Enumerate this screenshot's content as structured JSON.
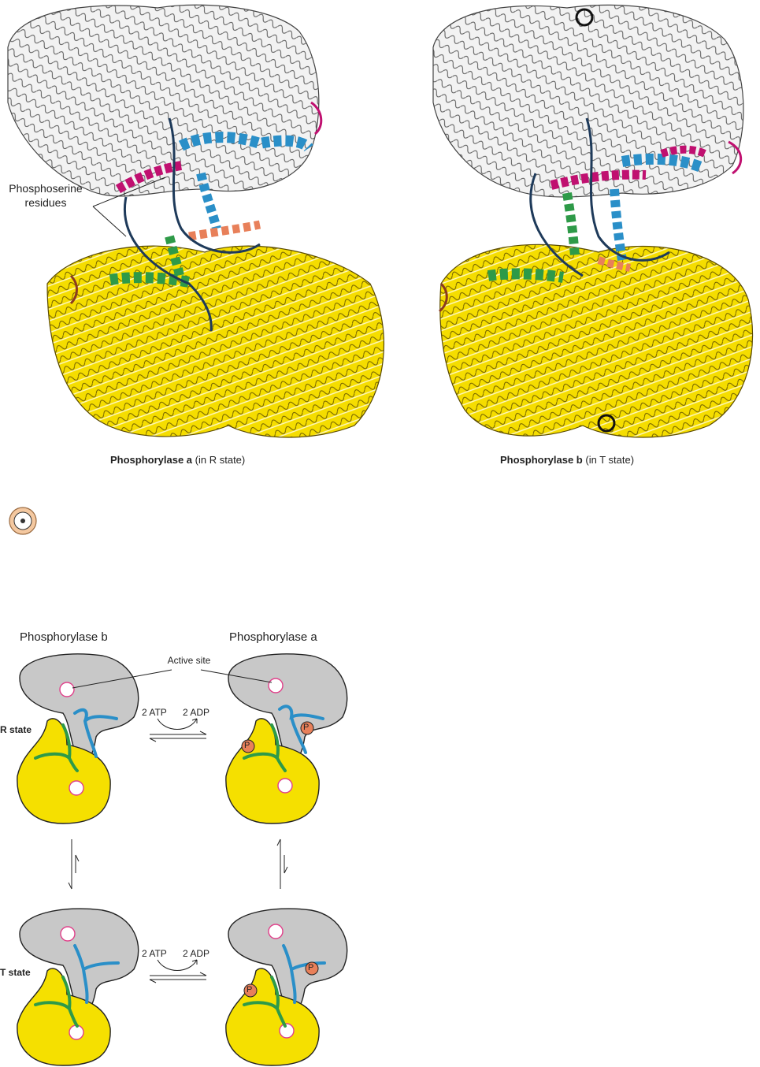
{
  "top": {
    "left_caption_bold": "Phosphorylase a",
    "left_caption_rest": "(in R state)",
    "right_caption_bold": "Phosphorylase b",
    "right_caption_rest": "(in T state)",
    "annotation": "Phosphoserine residues"
  },
  "scheme": {
    "header_left": "Phosphorylase b",
    "header_right": "Phosphorylase a",
    "active_site": "Active site",
    "r_state": "R state",
    "t_state": "T state",
    "atp_top": "2 ATP",
    "adp_top": "2 ADP",
    "atp_bottom": "2 ATP",
    "adp_bottom": "2 ADP",
    "phospho": "P"
  },
  "colors": {
    "yellow": "#f5e000",
    "gray": "#c8c8c8",
    "blue": "#2a8fc8",
    "green": "#2e9a48",
    "magenta": "#c01070",
    "salmon": "#e8805a",
    "navy": "#1e3a5a"
  },
  "icon": "cd-rom-icon"
}
